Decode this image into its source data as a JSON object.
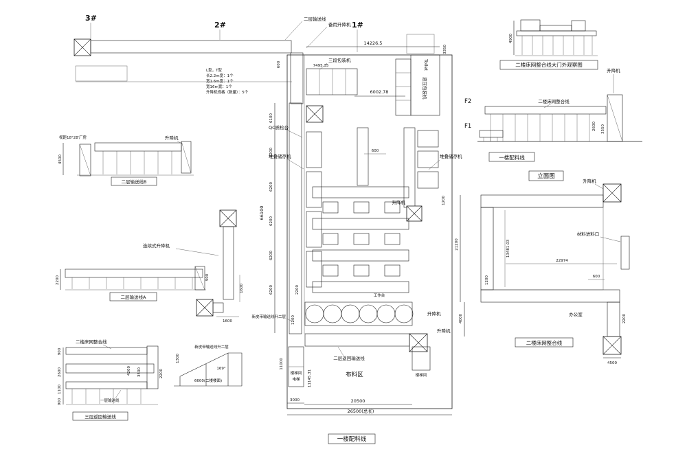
{
  "markers": {
    "k3": "3#",
    "k2": "2#",
    "k1": "1#"
  },
  "top_line": {
    "label": "二层输送线",
    "backup_lift": "备用升降机",
    "dim600": "600",
    "notes": [
      "L型，T型",
      "长2.2m宽：1个",
      "宽1.6m宽：1个",
      "宽16m宽：1个",
      "升降机规格（数量）：5个"
    ]
  },
  "plan": {
    "title": "一楼配料线",
    "toilet": "Toilet",
    "labels": {
      "packer3": "三段包装机",
      "hydraulic_packer": "液压包装机",
      "qc": "QC质检台",
      "stacker_left": "堆叠储存机",
      "stacker_right": "堆叠储存机",
      "worktable": "工作台",
      "lift_mid": "升降机",
      "lift_b1": "升降机",
      "lift_b2": "升降机",
      "fabric_area": "布料区",
      "stair_left1": "楼梯间",
      "stair_left2": "电梯",
      "stair_right": "楼梯间",
      "return_line": "二层返回输送线",
      "new_belt": "新皮带输送线升二层"
    },
    "dims": {
      "top_total": "14226.5",
      "top_a": "7495.35",
      "top_b": "6002.78",
      "right_top": "3350",
      "left": [
        "6100",
        "6200",
        "6200",
        "6200",
        "6200",
        "6200"
      ],
      "left_total": "66100",
      "w600": "600",
      "h1200": "1200",
      "h2200": "2200",
      "h1200b": "1200",
      "left_low": "11000",
      "bottom_a": "3000",
      "bottom_b": "11145.31",
      "bottom_c": "20500",
      "bottom_total": "26500(总长)"
    }
  },
  "gate_view": {
    "title": "二楼床网整合线大门外观察图",
    "d4900": "4900"
  },
  "elevation": {
    "f2": "F2",
    "f1": "F1",
    "line_label": "二楼床网整合线",
    "lift": "升降机",
    "lift2": "升降机",
    "d2600": "2600",
    "d3550": "3550",
    "ground_label": "一楼配料线",
    "title": "立面图"
  },
  "uplan": {
    "title": "二楼床网整合线",
    "material_inlet": "材料进料口",
    "office": "办公室",
    "dims": {
      "d21200": "21200",
      "d13481": "13481.03",
      "d22974": "22974",
      "d600": "600",
      "d1200": "1200",
      "d4000": "4000",
      "d2200": "2200",
      "d4500": "4500"
    }
  },
  "detail_b": {
    "title": "二层输送线B",
    "lift": "升降机",
    "d4500": "4500",
    "note": "视距18°28′厂房"
  },
  "detail_vert": {
    "label": "连续式升降机",
    "d1600a": "1600",
    "d1600b": "1600"
  },
  "detail_a": {
    "title": "二层输送线A",
    "d2200": "2200",
    "d900": "900"
  },
  "detail_stack": {
    "top_label": "二楼床网整合线",
    "d900a": "900",
    "d2600": "2600",
    "d1100": "1100",
    "d900b": "900",
    "d4200": "4200",
    "d3500": "3500",
    "d2200": "2200",
    "mid_label": "一层输送线",
    "title": "三层返回输送线"
  },
  "ramp": {
    "label": "新皮带输送线升二层",
    "d1300": "1300",
    "angle": "169°",
    "base": "6600(二楼楼面)"
  }
}
